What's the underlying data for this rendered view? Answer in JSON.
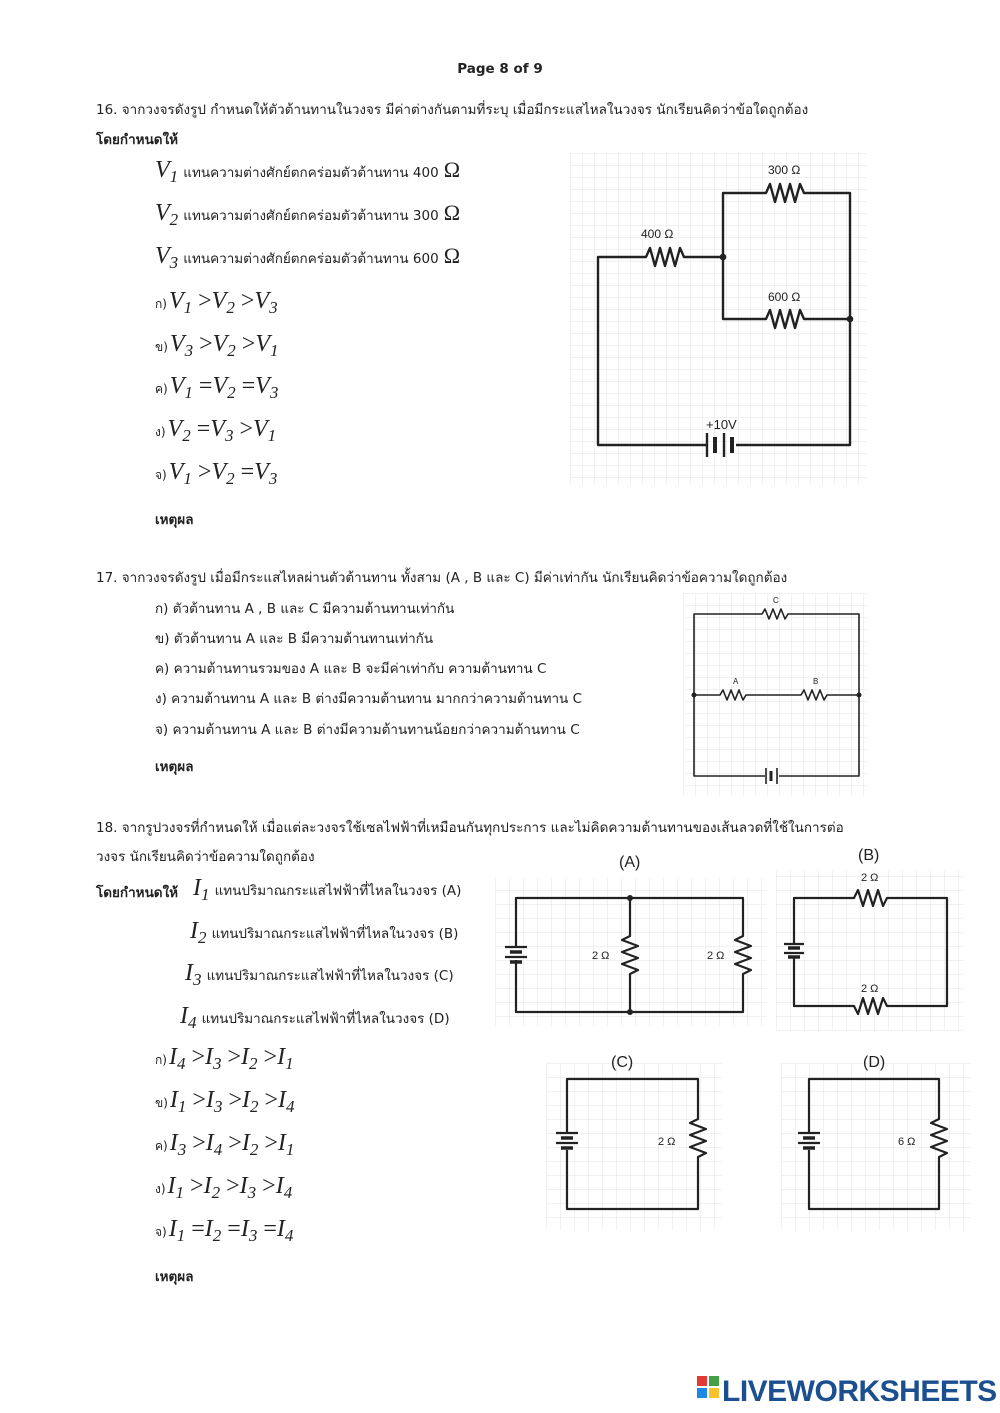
{
  "page_label": "Page 8 of 9",
  "q16": {
    "question": "16. จากวงจรดังรูป กำหนดให้ตัวต้านทานในวงจร มีค่าต่างกันตามที่ระบุ เมื่อมีกระแสไหลในวงจร นักเรียนคิดว่าข้อใดถูกต้อง",
    "given_label": "โดยกำหนดให้",
    "defs": [
      {
        "sym": "V",
        "sub": "1",
        "text": "แทนความต่างศักย์ตกคร่อมตัวต้านทาน 400",
        "unit": "Ω"
      },
      {
        "sym": "V",
        "sub": "2",
        "text": "แทนความต่างศักย์ตกคร่อมตัวต้านทาน 300",
        "unit": "Ω"
      },
      {
        "sym": "V",
        "sub": "3",
        "text": "แทนความต่างศักย์ตกคร่อมตัวต้านทาน 600",
        "unit": "Ω"
      }
    ],
    "options": [
      {
        "label": "ก)",
        "terms": [
          [
            "V",
            "1"
          ],
          [
            "V",
            "2"
          ],
          [
            "V",
            "3"
          ]
        ],
        "ops": [
          ">",
          ">"
        ]
      },
      {
        "label": "ข)",
        "terms": [
          [
            "V",
            "3"
          ],
          [
            "V",
            "2"
          ],
          [
            "V",
            "1"
          ]
        ],
        "ops": [
          ">",
          ">"
        ]
      },
      {
        "label": "ค)",
        "terms": [
          [
            "V",
            "1"
          ],
          [
            "V",
            "2"
          ],
          [
            "V",
            "3"
          ]
        ],
        "ops": [
          "=",
          "="
        ]
      },
      {
        "label": "ง)",
        "terms": [
          [
            "V",
            "2"
          ],
          [
            "V",
            "3"
          ],
          [
            "V",
            "1"
          ]
        ],
        "ops": [
          "=",
          ">"
        ]
      },
      {
        "label": "จ)",
        "terms": [
          [
            "V",
            "1"
          ],
          [
            "V",
            "2"
          ],
          [
            "V",
            "3"
          ]
        ],
        "ops": [
          ">",
          "="
        ]
      }
    ],
    "reason_label": "เหตุผล",
    "circuit": {
      "r1": "300 Ω",
      "r2": "400 Ω",
      "r3": "600 Ω",
      "battery": "+10V"
    }
  },
  "q17": {
    "question": "17. จากวงจรดังรูป เมื่อมีกระแสไหลผ่านตัวต้านทาน ทั้งสาม (A , B และ C) มีค่าเท่ากัน นักเรียนคิดว่าข้อความใดถูกต้อง",
    "options": [
      "ก) ตัวต้านทาน A , B และ C มีความต้านทานเท่ากัน",
      "ข) ตัวต้านทาน A และ B มีความต้านทานเท่ากัน",
      "ค) ความต้านทานรวมของ A และ B จะมีค่าเท่ากับ ความต้านทาน C",
      "ง) ความต้านทาน A และ B ต่างมีความต้านทาน มากกว่าความต้านทาน C",
      "จ) ความต้านทาน A และ B ต่างมีความต้านทานน้อยกว่าความต้านทาน C"
    ],
    "reason_label": "เหตุผล",
    "circuit": {
      "a": "A",
      "b": "B",
      "c": "C"
    }
  },
  "q18": {
    "question_line1": "18. จากรูปวงจรที่กำหนดให้ เมื่อแต่ละวงจรใช้เซลไฟฟ้าที่เหมือนกันทุกประการ และไม่คิดความต้านทานของเส้นลวดที่ใช้ในการต่อ",
    "question_line2": "วงจร นักเรียนคิดว่าข้อความใดถูกต้อง",
    "given_label": "โดยกำหนดให้",
    "defs": [
      {
        "sym": "I",
        "sub": "1",
        "text": "แทนปริมาณกระแสไฟฟ้าที่ไหลในวงจร (A)"
      },
      {
        "sym": "I",
        "sub": "2",
        "text": "แทนปริมาณกระแสไฟฟ้าที่ไหลในวงจร (B)"
      },
      {
        "sym": "I",
        "sub": "3",
        "text": "แทนปริมาณกระแสไฟฟ้าที่ไหลในวงจร (C)"
      },
      {
        "sym": "I",
        "sub": "4",
        "text": "แทนปริมาณกระแสไฟฟ้าที่ไหลในวงจร (D)"
      }
    ],
    "options": [
      {
        "label": "ก)",
        "terms": [
          [
            "I",
            "4"
          ],
          [
            "I",
            "3"
          ],
          [
            "I",
            "2"
          ],
          [
            "I",
            "1"
          ]
        ],
        "ops": [
          ">",
          ">",
          ">"
        ]
      },
      {
        "label": "ข)",
        "terms": [
          [
            "I",
            "1"
          ],
          [
            "I",
            "3"
          ],
          [
            "I",
            "2"
          ],
          [
            "I",
            "4"
          ]
        ],
        "ops": [
          ">",
          ">",
          ">"
        ]
      },
      {
        "label": "ค)",
        "terms": [
          [
            "I",
            "3"
          ],
          [
            "I",
            "4"
          ],
          [
            "I",
            "2"
          ],
          [
            "I",
            "1"
          ]
        ],
        "ops": [
          ">",
          ">",
          ">"
        ]
      },
      {
        "label": "ง)",
        "terms": [
          [
            "I",
            "1"
          ],
          [
            "I",
            "2"
          ],
          [
            "I",
            "3"
          ],
          [
            "I",
            "4"
          ]
        ],
        "ops": [
          ">",
          ">",
          ">"
        ]
      },
      {
        "label": "จ)",
        "terms": [
          [
            "I",
            "1"
          ],
          [
            "I",
            "2"
          ],
          [
            "I",
            "3"
          ],
          [
            "I",
            "4"
          ]
        ],
        "ops": [
          "=",
          "=",
          "="
        ]
      }
    ],
    "reason_label": "เหตุผล",
    "circuits": {
      "a": {
        "title": "(A)",
        "r_left": "2 Ω",
        "r_right": "2 Ω"
      },
      "b": {
        "title": "(B)",
        "r_top": "2 Ω",
        "r_bottom": "2 Ω"
      },
      "c": {
        "title": "(C)",
        "r": "2 Ω"
      },
      "d": {
        "title": "(D)",
        "r": "6 Ω"
      }
    }
  },
  "watermark": "LIVEWORKSHEETS"
}
